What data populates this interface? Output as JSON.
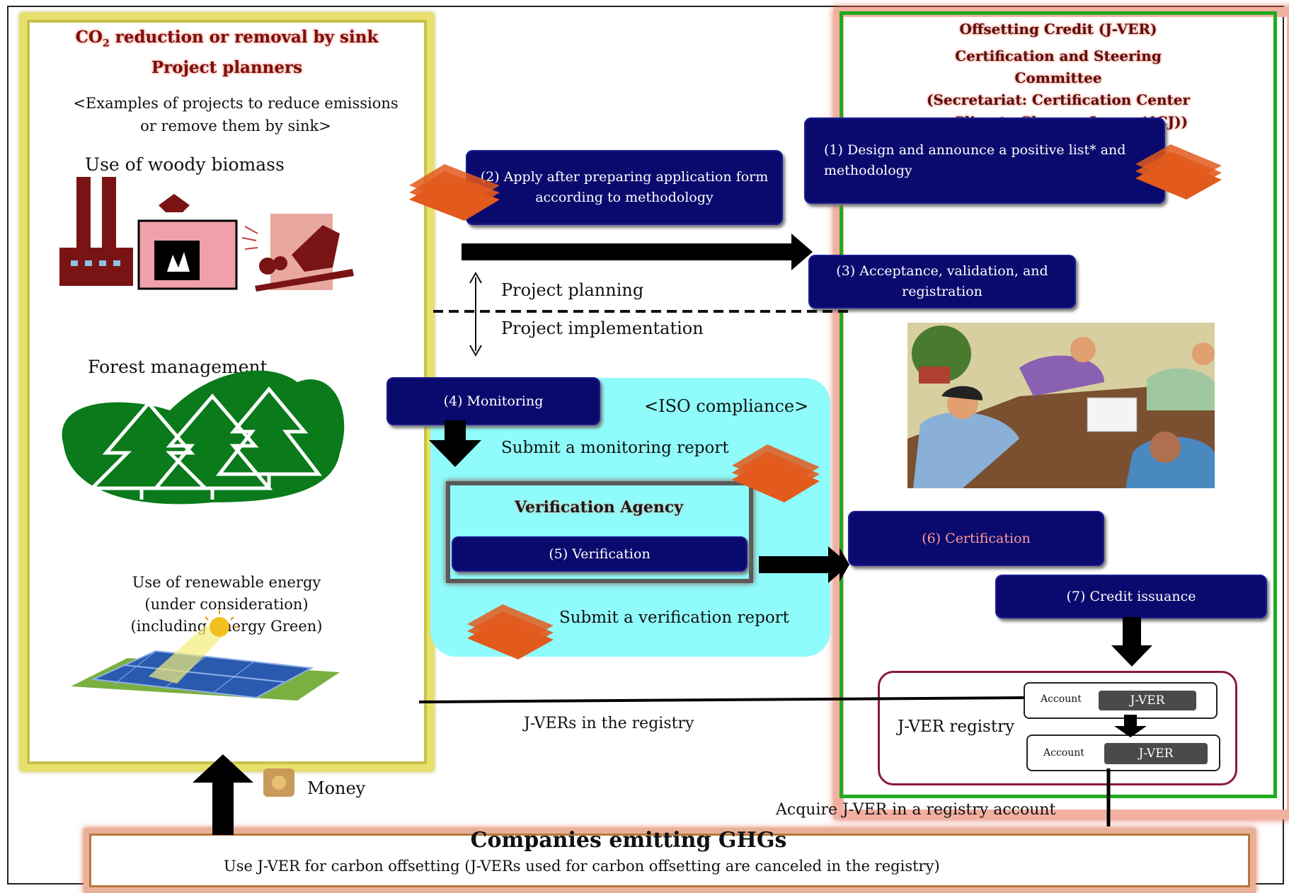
{
  "left_panel": {
    "title_prefix": "CO",
    "title_subscript": "2",
    "title_line1_rest": " reduction or removal by sink",
    "title_line2": "Project planners",
    "examples_line1": "<Examples of projects to reduce emissions",
    "examples_line2": "or remove them by sink>",
    "woody_biomass": "Use of woody biomass",
    "forest_management": "Forest management",
    "renewable_line1": "Use  of renewable  energy",
    "renewable_line2": "(under consideration)",
    "renewable_line3": "(including Energy Green)"
  },
  "right_panel": {
    "title_line1": "Offsetting Credit (J-VER)",
    "title_line2": "Certification and Steering Committee",
    "title_line3": "(Secretariat: Certification Center",
    "title_line4": "on Climate Change, Japan (4CJ))"
  },
  "steps": {
    "step1_line1": "(1) Design and announce a positive list* and",
    "step1_line2": "methodology",
    "step2_line1": "(2) Apply after preparing application form",
    "step2_line2": "according to methodology",
    "step3_line1": "(3) Acceptance, validation, and",
    "step3_line2": "registration",
    "step4": "(4) Monitoring",
    "step5": "(5) Verification",
    "step6": "(6) Certification",
    "step7": "(7) Credit issuance"
  },
  "labels": {
    "project_planning": "Project planning",
    "project_implementation": "Project implementation",
    "iso_compliance": "<ISO compliance>",
    "submit_monitoring": "Submit a monitoring report",
    "verification_agency": "Verification Agency",
    "submit_verification": "Submit a verification report",
    "jvers_in_registry": "J-VERs in the registry",
    "money": "Money",
    "acquire": "Acquire J-VER in a registry account"
  },
  "registry": {
    "label": "J-VER registry",
    "account_label": "Account",
    "jver_label": "J-VER"
  },
  "companies": {
    "title": "Companies emitting GHGs",
    "subtitle": "Use J-VER for carbon offsetting (J-VERs used for carbon offsetting are canceled in the registry)"
  },
  "colors": {
    "step_box": "#0a0a6e",
    "iso_panel": "#8ffbfb",
    "right_border": "#1faa1f",
    "left_border": "#e7e06a",
    "document_icon": "#e25a1c"
  }
}
